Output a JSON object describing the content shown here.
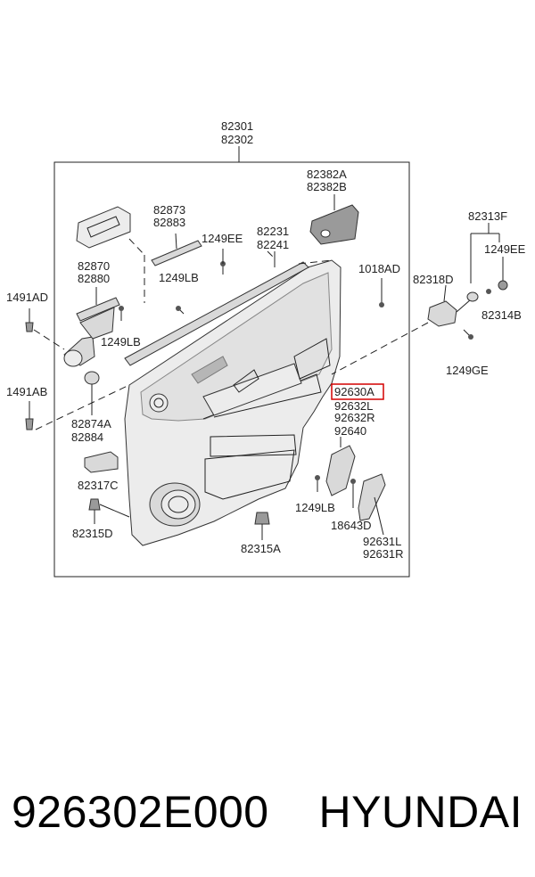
{
  "diagram": {
    "labels": {
      "p82301": "82301",
      "p82302": "82302",
      "p82382A": "82382A",
      "p82382B": "82382B",
      "p82873": "82873",
      "p82883": "82883",
      "p1249EE_a": "1249EE",
      "p82231": "82231",
      "p82241": "82241",
      "p82870": "82870",
      "p82880": "82880",
      "p1249LB_a": "1249LB",
      "p1018AD": "1018AD",
      "p82313F": "82313F",
      "p1249EE_b": "1249EE",
      "p82318D": "82318D",
      "p82314B": "82314B",
      "p1491AD": "1491AD",
      "p1249LB_b": "1249LB",
      "p1249GE": "1249GE",
      "p1491AB": "1491AB",
      "p92630A": "92630A",
      "p92632L": "92632L",
      "p92632R": "92632R",
      "p92640": "92640",
      "p82874A": "82874A",
      "p82884": "82884",
      "p82317C": "82317C",
      "p82315D": "82315D",
      "p1249LB_c": "1249LB",
      "p18643D": "18643D",
      "p82315A": "82315A",
      "p92631L": "92631L",
      "p92631R": "92631R"
    },
    "highlight_color": "#d40000"
  },
  "footer": {
    "part_number": "926302E000",
    "brand": "HYUNDAI"
  }
}
